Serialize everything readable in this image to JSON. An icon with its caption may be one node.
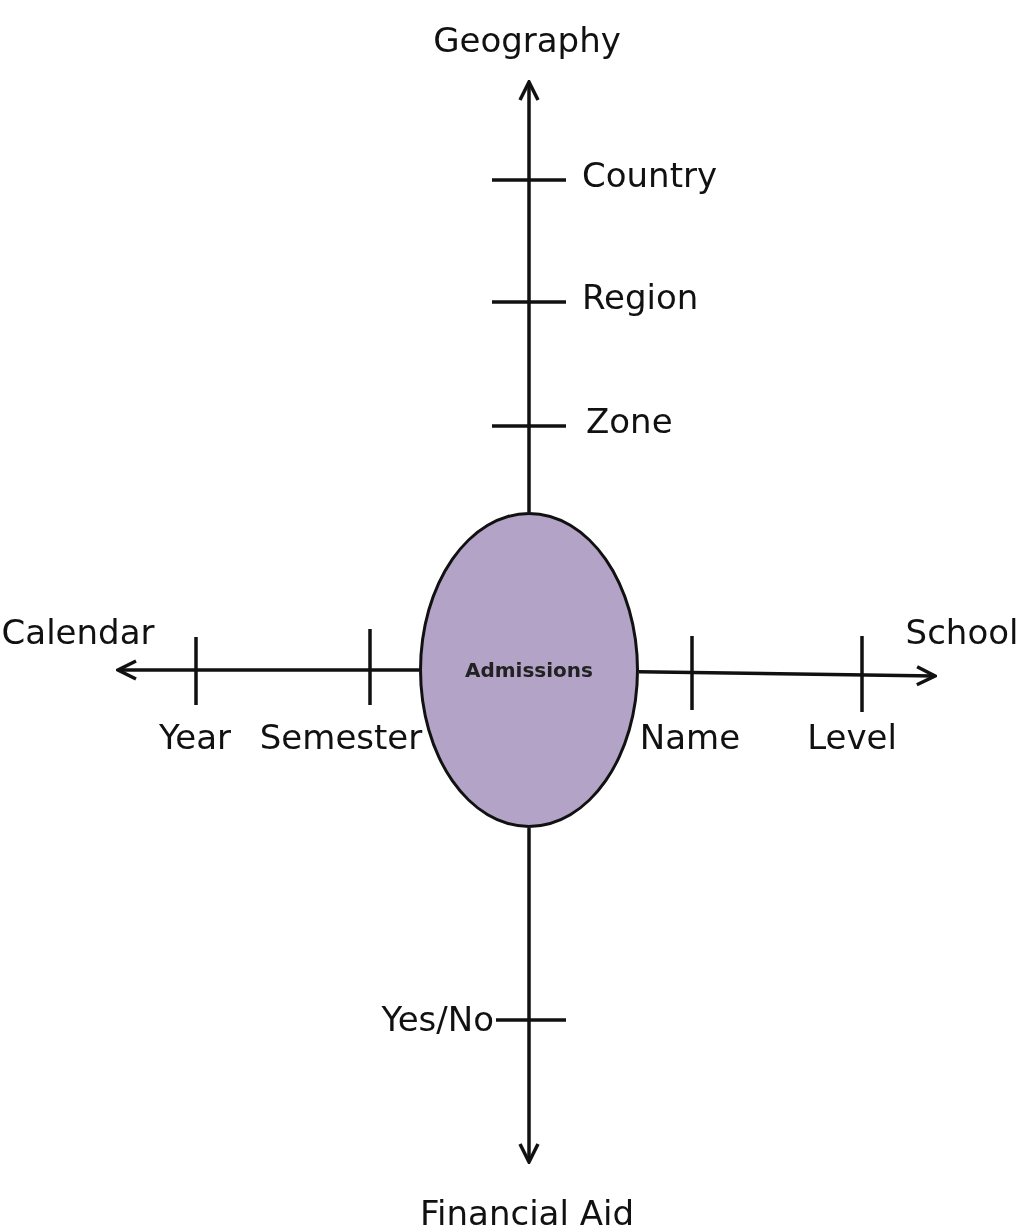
{
  "diagram": {
    "nodes": [
      {
        "text": [
          "Admissions"
        ]
      },
      {
        "text": [
          "Geography"
        ]
      },
      {
        "text": [
          "Calendar"
        ]
      },
      {
        "text": [
          "School"
        ]
      },
      {
        "text": [
          "Financial Aid"
        ]
      }
    ],
    "edges": [
      {
        "from": 0,
        "to": 1,
        "arrow": "to"
      },
      {
        "from": 0,
        "to": 2,
        "arrow": "to"
      },
      {
        "from": 0,
        "to": 3,
        "arrow": "to"
      },
      {
        "from": 0,
        "to": 4,
        "arrow": "to"
      }
    ],
    "labels": [
      "Country",
      "Region",
      "Zone",
      "Year",
      "Semester",
      "Name",
      "Level",
      "Yes/No"
    ]
  }
}
